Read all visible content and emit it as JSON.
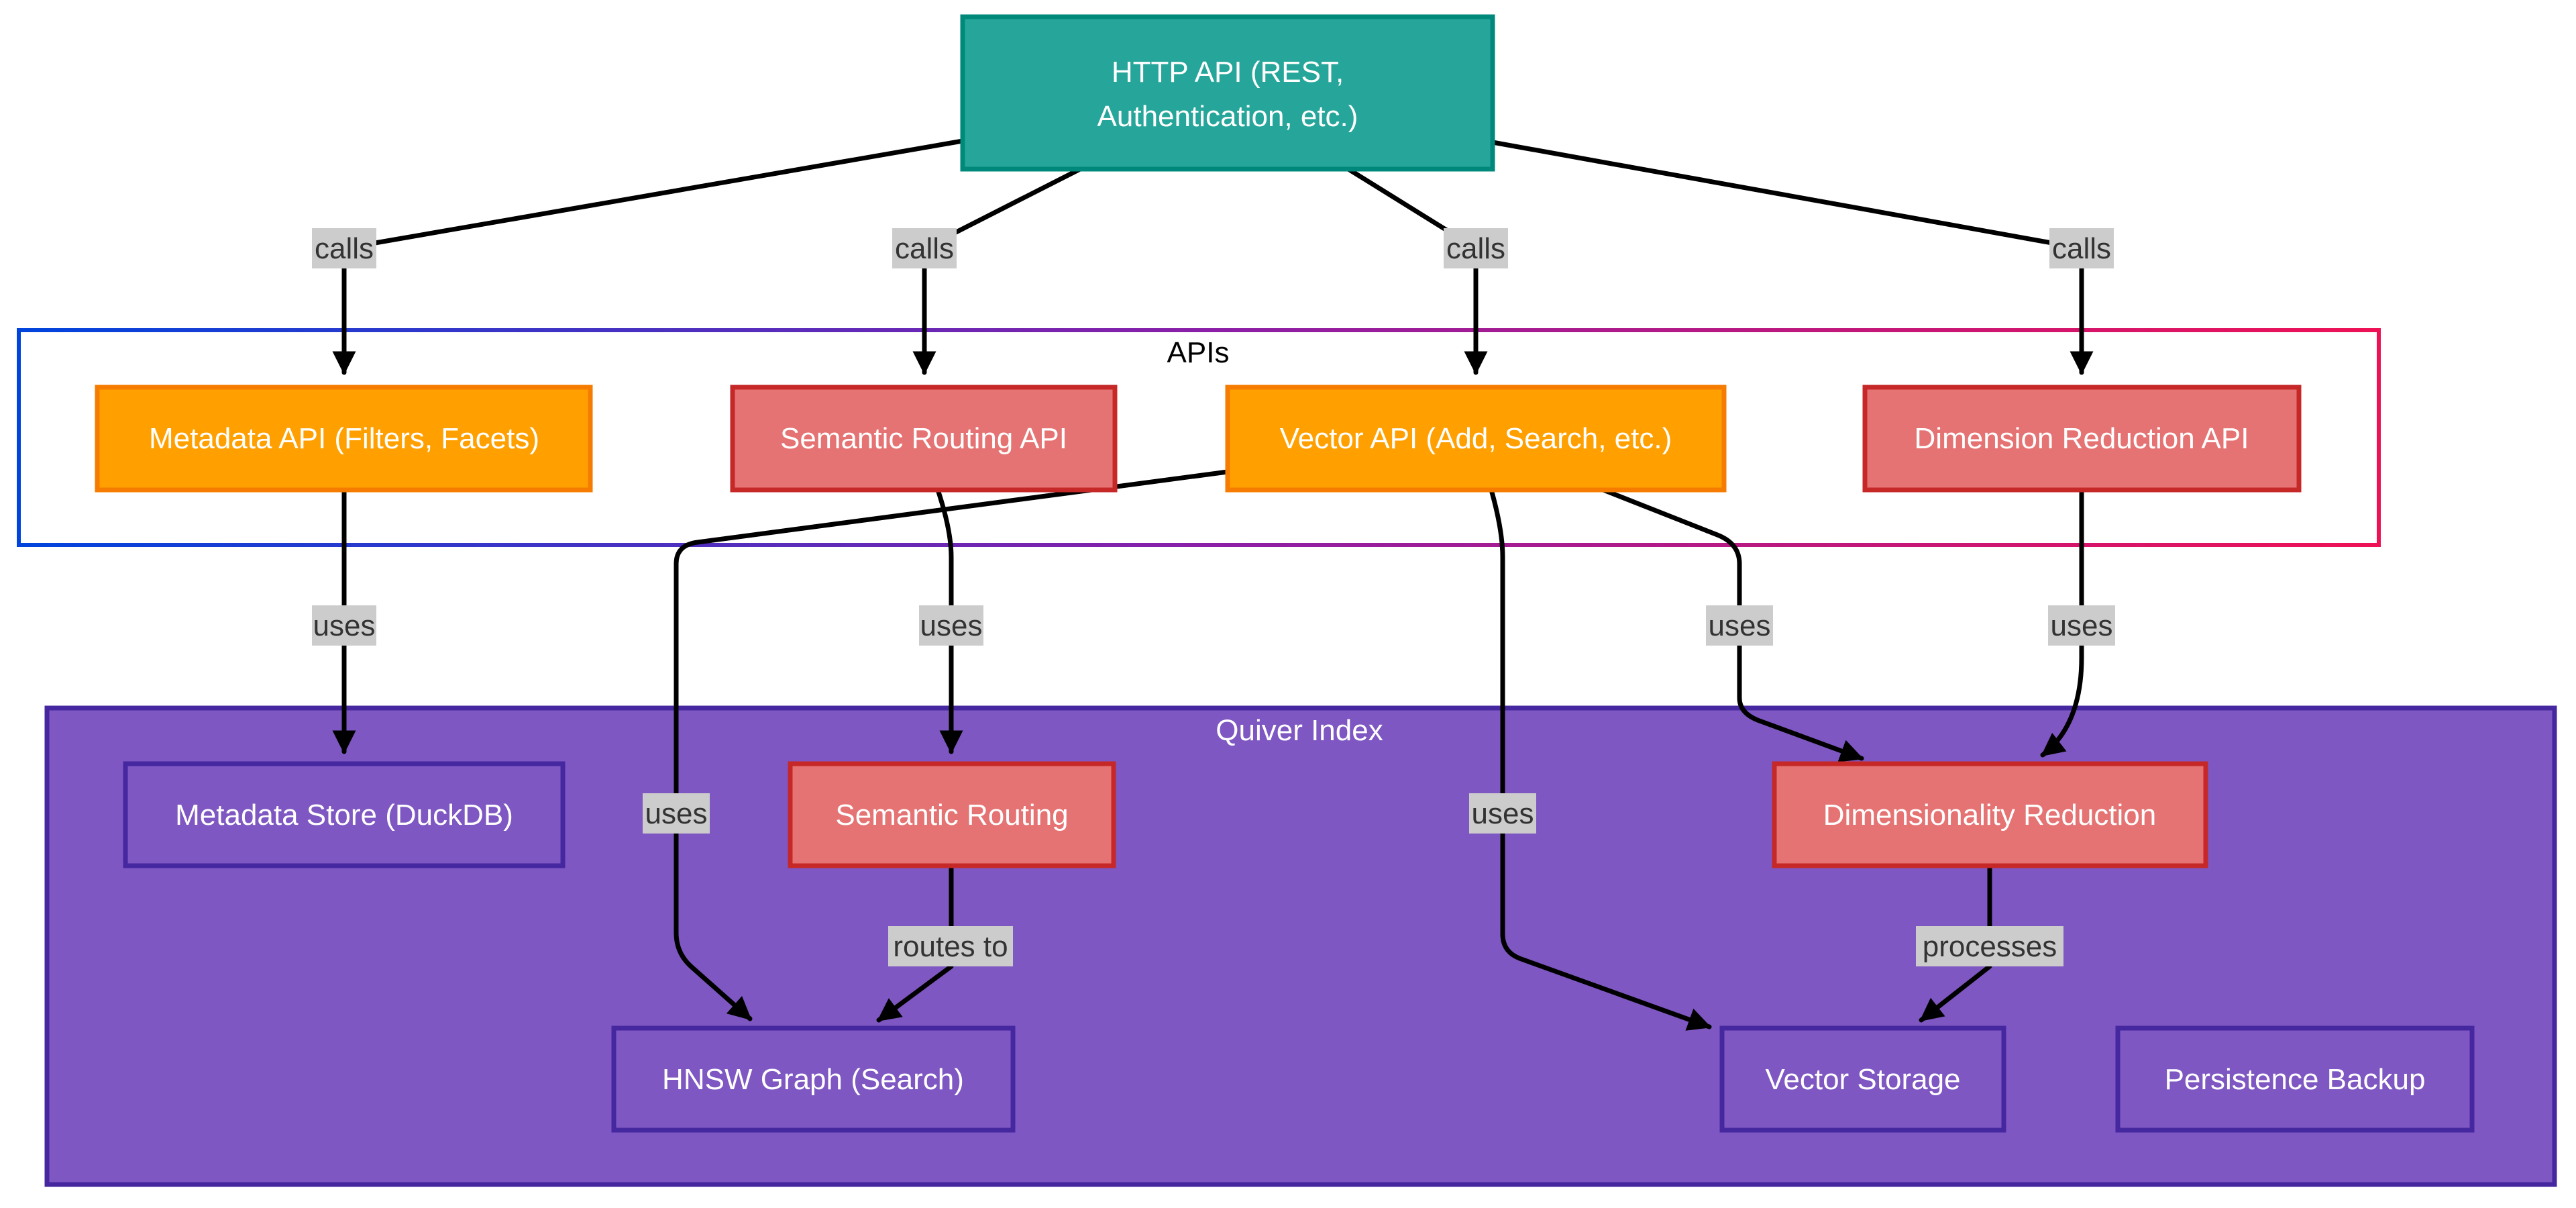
{
  "colors": {
    "http": "#26a69a",
    "http_border": "#00897b",
    "orange": "#ffa000",
    "orange_border": "#f57c00",
    "red": "#e57373",
    "red_border": "#c62828",
    "purple": "#7e57c2",
    "purple_border": "#4527a0",
    "label_bg": "#cccccc",
    "apis_gradient_start": "#0044dd",
    "apis_gradient_end": "#ee1155"
  },
  "groups": {
    "apis": {
      "title": "APIs"
    },
    "quiver_index": {
      "title": "Quiver Index"
    }
  },
  "nodes": {
    "http_api": {
      "line1": "HTTP API (REST,",
      "line2": "Authentication, etc.)"
    },
    "metadata_api": {
      "label": "Metadata API (Filters, Facets)"
    },
    "semantic_routing_api": {
      "label": "Semantic Routing API"
    },
    "vector_api": {
      "label": "Vector API (Add, Search, etc.)"
    },
    "dimension_reduction_api": {
      "label": "Dimension Reduction API"
    },
    "metadata_store": {
      "label": "Metadata Store (DuckDB)"
    },
    "semantic_routing": {
      "label": "Semantic Routing"
    },
    "dimensionality_reduction": {
      "label": "Dimensionality Reduction"
    },
    "hnsw_graph": {
      "label": "HNSW Graph (Search)"
    },
    "vector_storage": {
      "label": "Vector Storage"
    },
    "persistence_backup": {
      "label": "Persistence Backup"
    }
  },
  "edges": {
    "http_to_metadata_api": "calls",
    "http_to_semantic_routing_api": "calls",
    "http_to_vector_api": "calls",
    "http_to_dimension_reduction_api": "calls",
    "metadata_api_to_store": "uses",
    "semantic_routing_api_to_routing": "uses",
    "vector_api_to_hnsw": "uses",
    "vector_api_to_storage": "uses",
    "vector_api_to_dimred": "uses",
    "dimred_api_to_dimred": "uses",
    "routing_to_hnsw": "routes to",
    "dimred_to_storage": "processes"
  }
}
